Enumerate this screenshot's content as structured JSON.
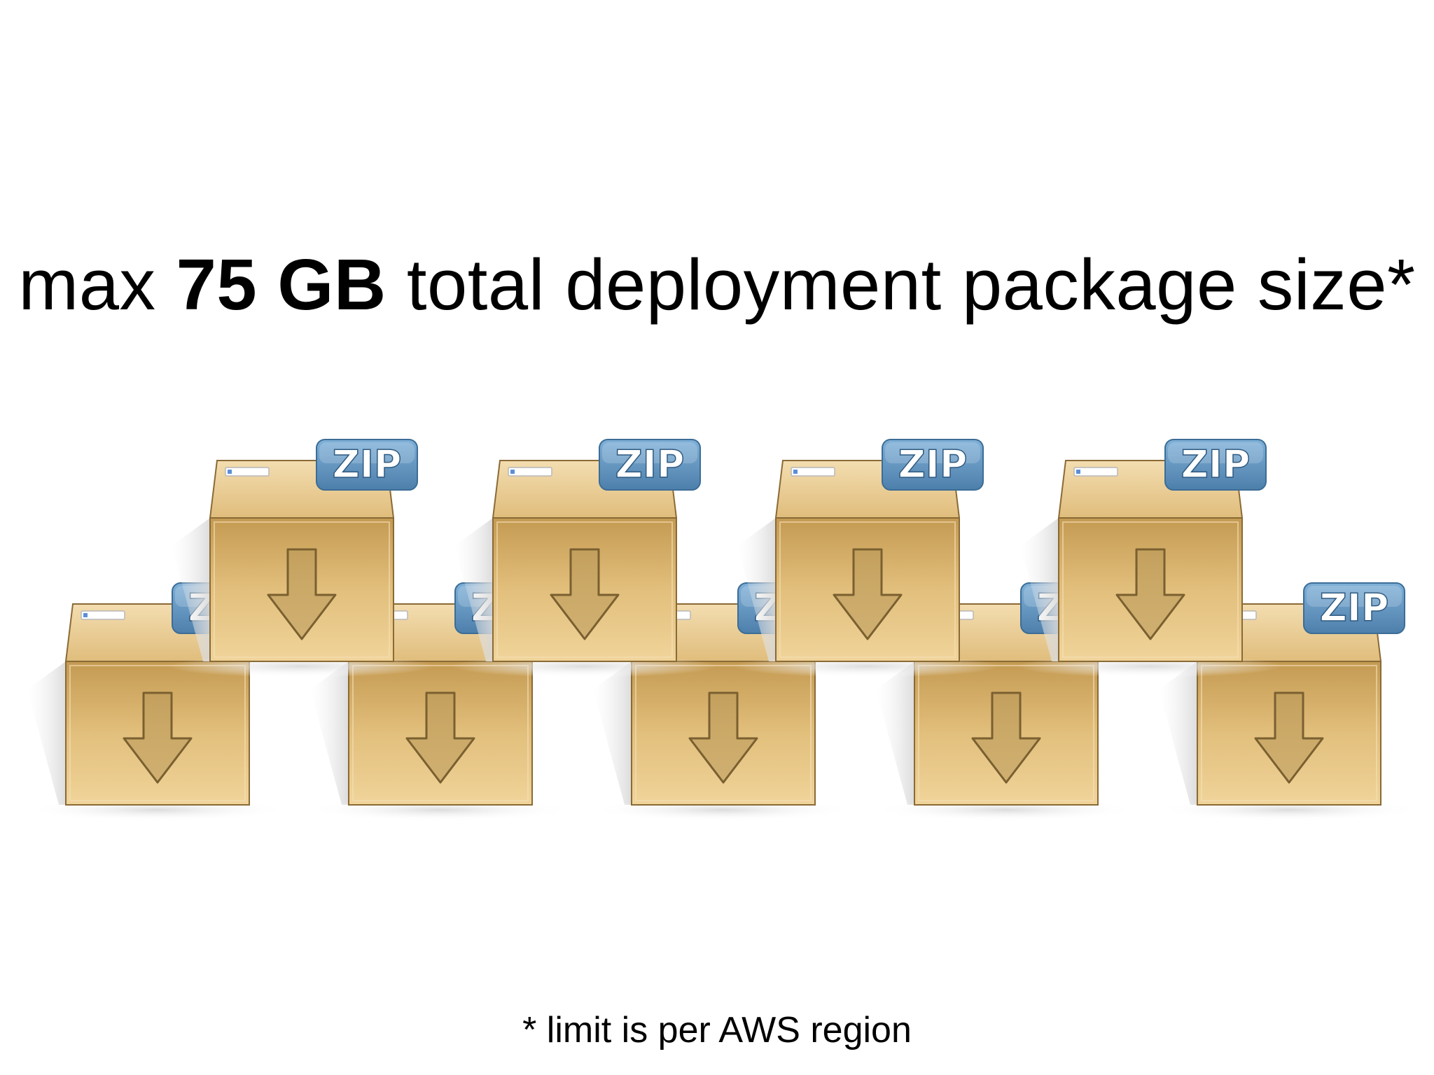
{
  "headline": {
    "prefix": "max ",
    "highlight": "75 GB",
    "suffix": " total deployment package size*"
  },
  "footnote": "* limit is per AWS region",
  "packages": {
    "badge_text": "ZIP",
    "bottom_row_count": 5,
    "top_row_count": 4
  },
  "colors": {
    "box_face": "#e2bd79",
    "box_top": "#ecd3a0",
    "badge": "#5b8fbb",
    "arrow": "#b89858"
  }
}
